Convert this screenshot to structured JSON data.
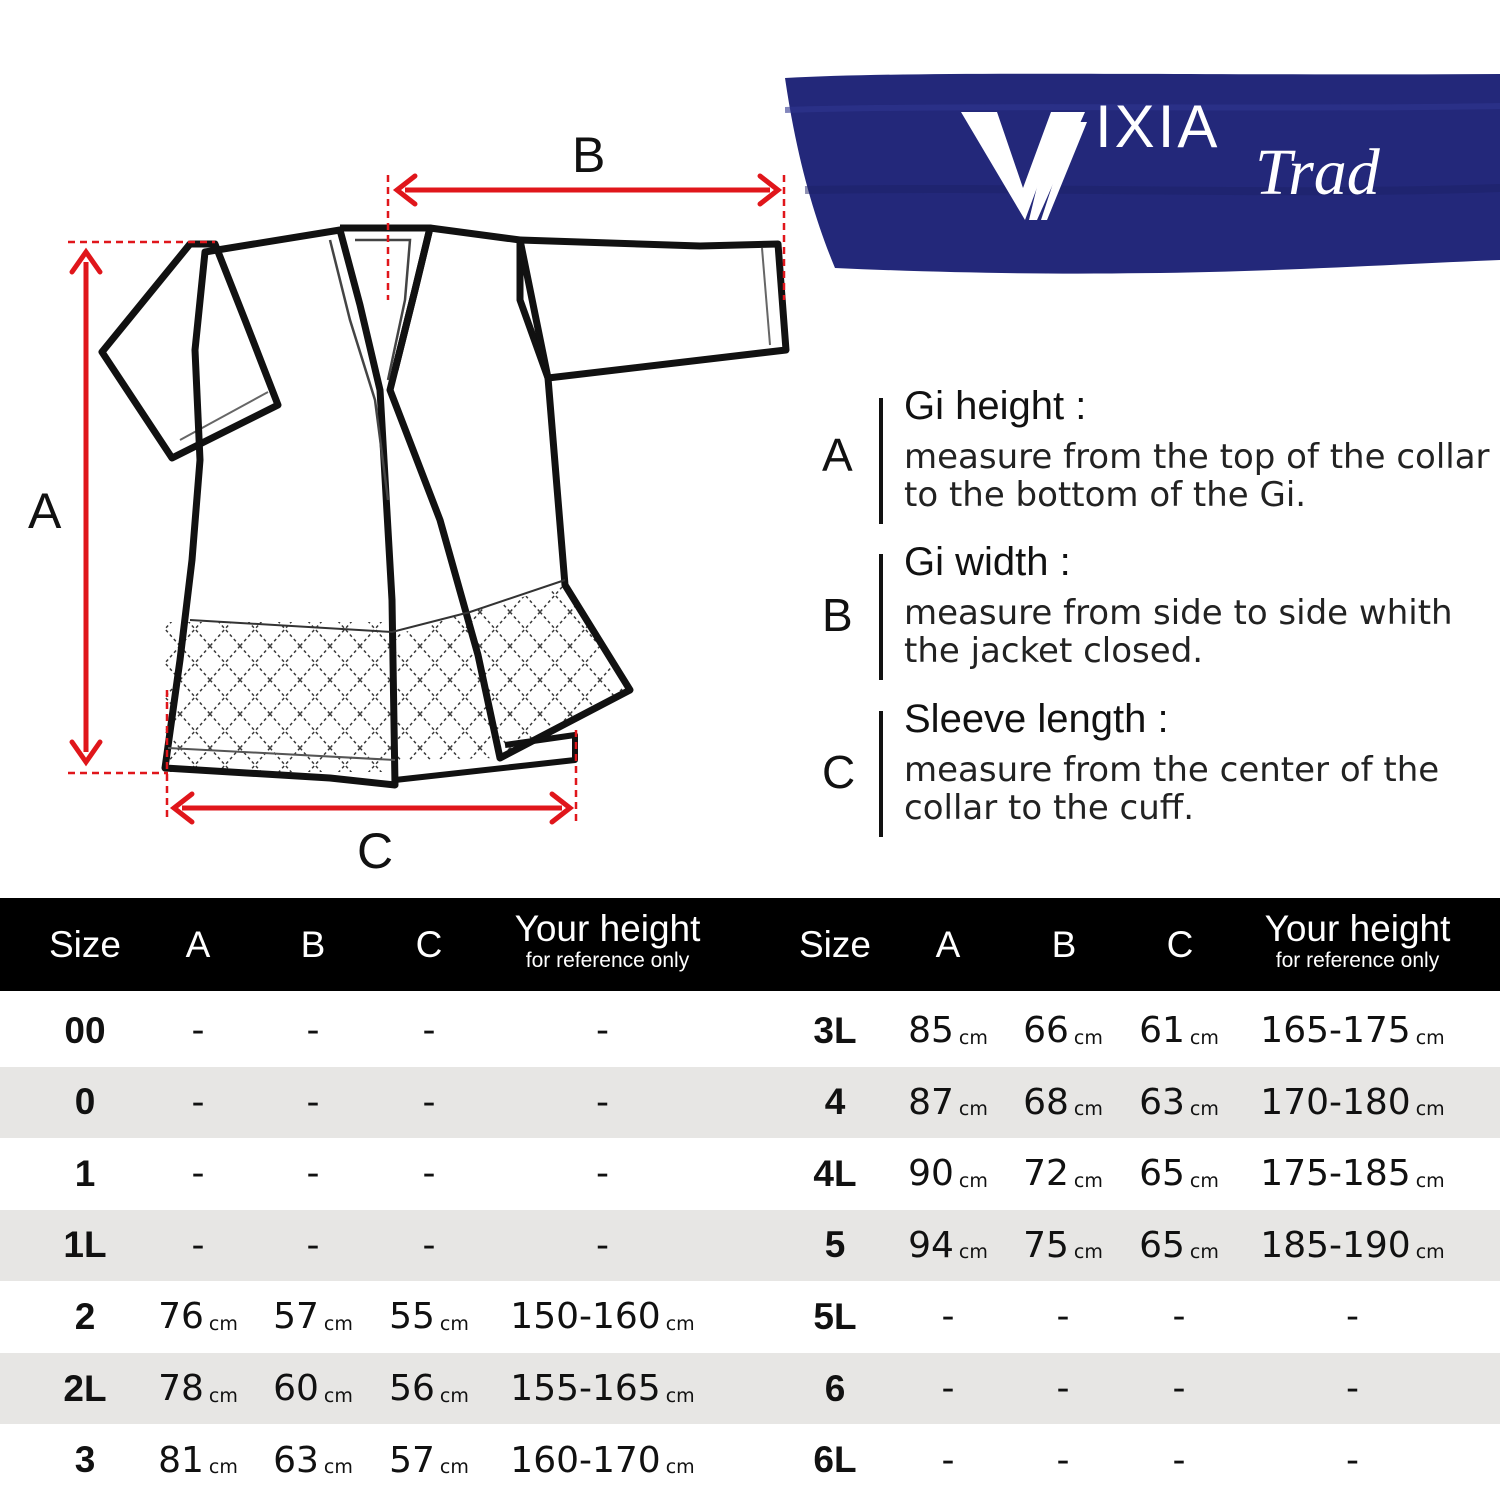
{
  "diagram": {
    "label_a": "A",
    "label_b": "B",
    "label_c": "C"
  },
  "brand": {
    "logo_letter": "V",
    "name": "IXIA",
    "line": "Trad"
  },
  "measurements": [
    {
      "letter": "A",
      "title": "Gi height :",
      "desc": "measure from the top of the collar to the bottom of the Gi."
    },
    {
      "letter": "B",
      "title": "Gi width :",
      "desc": "measure from side to side whith the jacket closed."
    },
    {
      "letter": "C",
      "title": "Sleeve length :",
      "desc": "measure from the center of the collar to the cuff."
    }
  ],
  "table": {
    "headers": {
      "size": "Size",
      "a": "A",
      "b": "B",
      "c": "C",
      "height": "Your height",
      "height_note": "for reference only"
    },
    "unit": "cm",
    "left_rows": [
      {
        "size": "00",
        "a": "-",
        "b": "-",
        "c": "-",
        "height": "-"
      },
      {
        "size": "0",
        "a": "-",
        "b": "-",
        "c": "-",
        "height": "-"
      },
      {
        "size": "1",
        "a": "-",
        "b": "-",
        "c": "-",
        "height": "-"
      },
      {
        "size": "1L",
        "a": "-",
        "b": "-",
        "c": "-",
        "height": "-"
      },
      {
        "size": "2",
        "a": "76",
        "b": "57",
        "c": "55",
        "height": "150-160"
      },
      {
        "size": "2L",
        "a": "78",
        "b": "60",
        "c": "56",
        "height": "155-165"
      },
      {
        "size": "3",
        "a": "81",
        "b": "63",
        "c": "57",
        "height": "160-170"
      }
    ],
    "right_rows": [
      {
        "size": "3L",
        "a": "85",
        "b": "66",
        "c": "61",
        "height": "165-175"
      },
      {
        "size": "4",
        "a": "87",
        "b": "68",
        "c": "63",
        "height": "170-180"
      },
      {
        "size": "4L",
        "a": "90",
        "b": "72",
        "c": "65",
        "height": "175-185"
      },
      {
        "size": "5",
        "a": "94",
        "b": "75",
        "c": "65",
        "height": "185-190"
      },
      {
        "size": "5L",
        "a": "-",
        "b": "-",
        "c": "-",
        "height": "-"
      },
      {
        "size": "6",
        "a": "-",
        "b": "-",
        "c": "-",
        "height": "-"
      },
      {
        "size": "6L",
        "a": "-",
        "b": "-",
        "c": "-",
        "height": "-"
      }
    ]
  },
  "colors": {
    "accent_red": "#e0161b",
    "brand_navy": "#23287a",
    "header_bg": "#000000",
    "row_alt": "#e7e6e4"
  }
}
